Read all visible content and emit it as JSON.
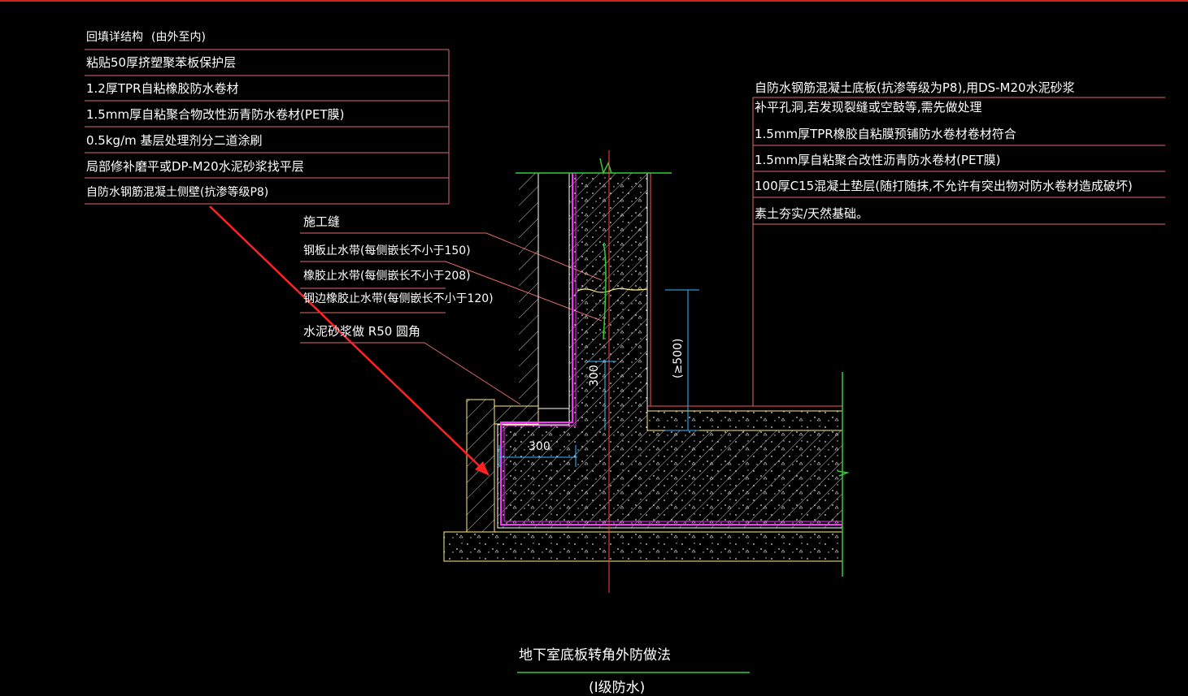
{
  "left_legend": {
    "header": "回填详结构",
    "header_note": "(由外至内)",
    "layers": [
      "粘贴50厚挤塑聚苯板保护层",
      "1.2厚TPR自粘橡胶防水卷材",
      "1.5mm厚自粘聚合物改性沥青防水卷材(PET膜)",
      "0.5kg/m 基层处理剂分二道涂刷",
      "局部修补磨平或DP-M20水泥砂浆找平层",
      "自防水钢筋混凝土侧壁(抗渗等级P8)"
    ]
  },
  "right_legend": {
    "layers": [
      "自防水钢筋混凝土底板(抗渗等级为P8),用DS-M20水泥砂浆",
      "补平孔洞,若发现裂缝或空鼓等,需先做处理",
      "1.5mm厚TPR橡胶自粘膜预铺防水卷材卷材符合",
      "1.5mm厚自粘聚合改性沥青防水卷材(PET膜)",
      "100厚C15混凝土垫层(随打随抹,不允许有突出物对防水卷材造成破坏)",
      "素土夯实/天然基础。"
    ]
  },
  "middle_labels": {
    "joint": "施工缝",
    "steel_waterstop": "钢板止水带(每侧嵌长不小于150)",
    "rubber_waterstop": "橡胶止水带(每侧嵌长不小于208)",
    "steel_rubber_waterstop": "钢边橡胶止水带(每侧嵌长不小于120)",
    "fillet": "水泥砂浆做 R50 圆角"
  },
  "dimensions": {
    "vertical_300": "300",
    "horizontal_300": "300",
    "height_min": "(≥500)"
  },
  "title": {
    "main": "地下室底板转角外防做法",
    "sub": "(Ⅰ级防水)"
  },
  "colors": {
    "background": "#000000",
    "leader_line": "#ff6b6b",
    "membrane": "#ff33ff",
    "concrete_outline": "#ffffff",
    "dimension": "#33bbff",
    "ground_line": "#33cc33",
    "arrow": "#ff2222",
    "hatch": "#cccccc",
    "border_yellow": "#ffee88"
  }
}
